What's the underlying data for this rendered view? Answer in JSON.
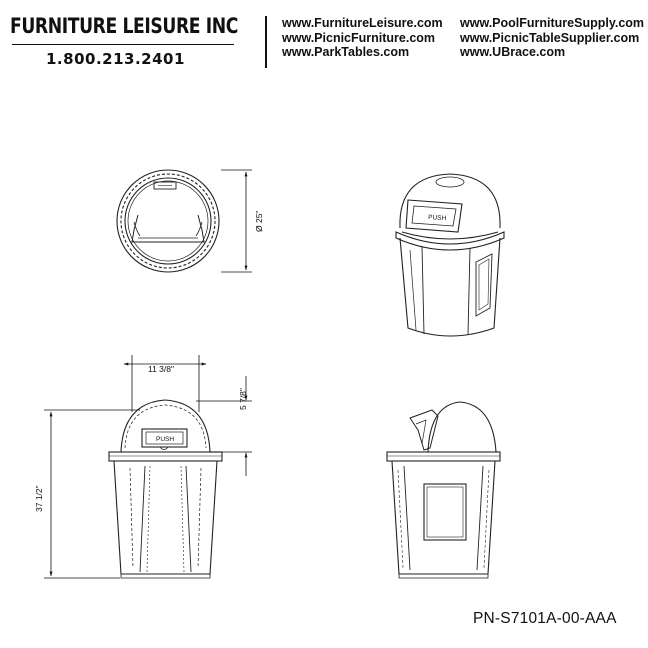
{
  "header": {
    "company": "FURNITURE LEISURE INC",
    "phone": "1.800.213.2401",
    "links_col1": [
      "www.FurnitureLeisure.com",
      "www.PicnicFurniture.com",
      "www.ParkTables.com"
    ],
    "links_col2": [
      "www.PoolFurnitureSupply.com",
      "www.PicnicTableSupplier.com",
      "www.UBrace.com"
    ]
  },
  "drawing": {
    "dim_diameter": "Ø 25\"",
    "dim_lid_width": "11 3/8\"",
    "dim_dome_height": "5 7/8\"",
    "dim_total_height": "37 1/2\"",
    "push_label": "PUSH"
  },
  "part_number": "PN-S7101A-00-AAA"
}
